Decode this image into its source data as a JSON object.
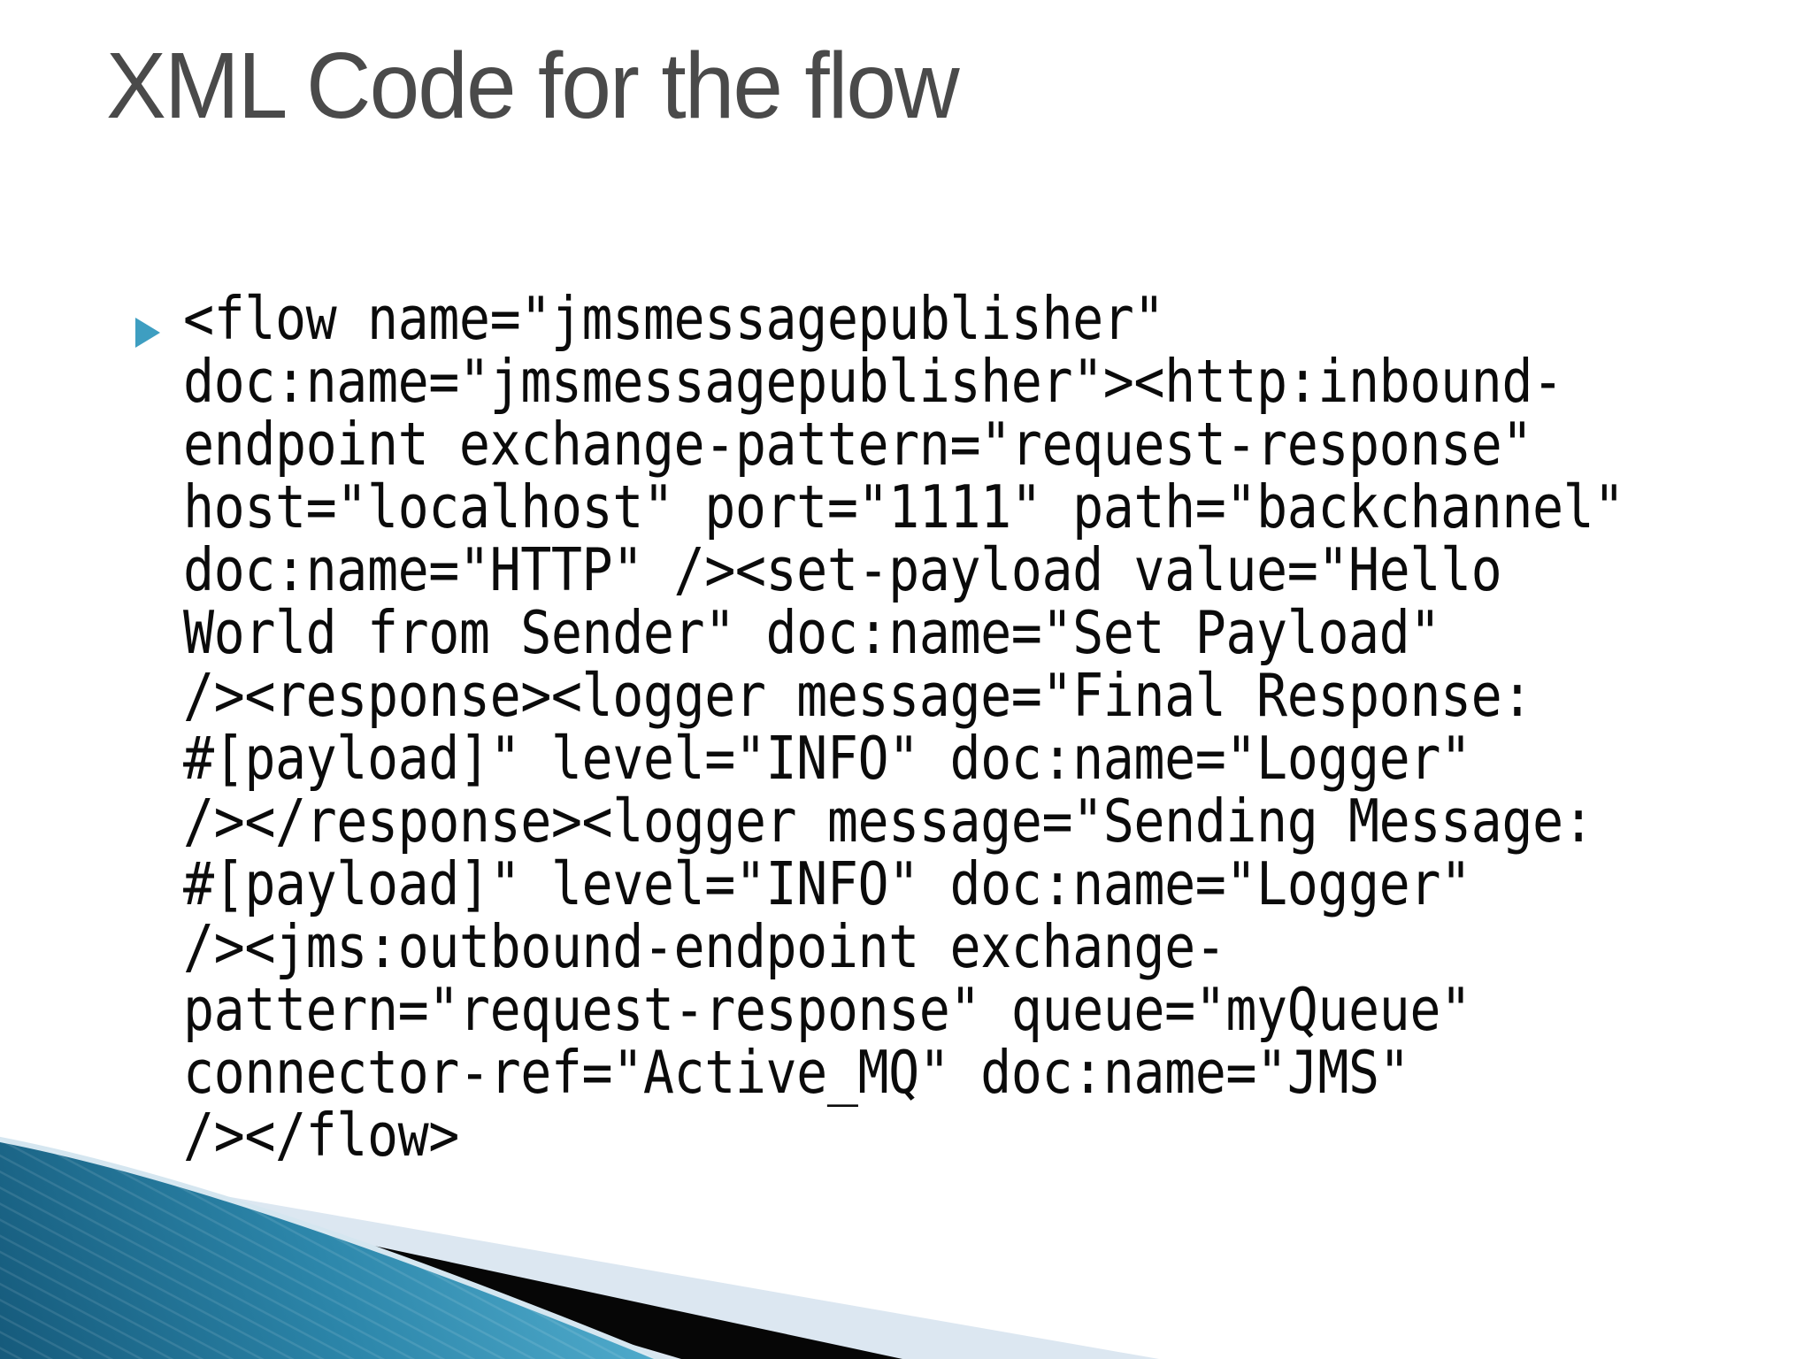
{
  "slide": {
    "title": "XML Code for the flow",
    "code_lines": [
      "<flow name=\"jmsmessagepublisher\"",
      "doc:name=\"jmsmessagepublisher\"><http:inbound-",
      "endpoint exchange-pattern=\"request-response\"",
      "host=\"localhost\" port=\"1111\" path=\"backchannel\"",
      "doc:name=\"HTTP\" /><set-payload value=\"Hello",
      "World from Sender\" doc:name=\"Set Payload\"",
      "/><response><logger message=\"Final Response:",
      "#[payload]\" level=\"INFO\" doc:name=\"Logger\"",
      "/></response><logger message=\"Sending Message:",
      "#[payload]\" level=\"INFO\" doc:name=\"Logger\"",
      "/><jms:outbound-endpoint exchange-",
      "pattern=\"request-response\" queue=\"myQueue\"",
      "connector-ref=\"Active_MQ\" doc:name=\"JMS\"",
      "/></flow>"
    ]
  },
  "bullet": {
    "icon": "right-triangle",
    "color": "#3E9EC1"
  },
  "decoration": {
    "pale_band": "#DCE7F1",
    "black_band": "#060606",
    "edge_line": "#D5E6F0",
    "teal_dark": "#15597A",
    "teal_mid": "#2C86AA",
    "teal_light": "#4FAACB"
  }
}
